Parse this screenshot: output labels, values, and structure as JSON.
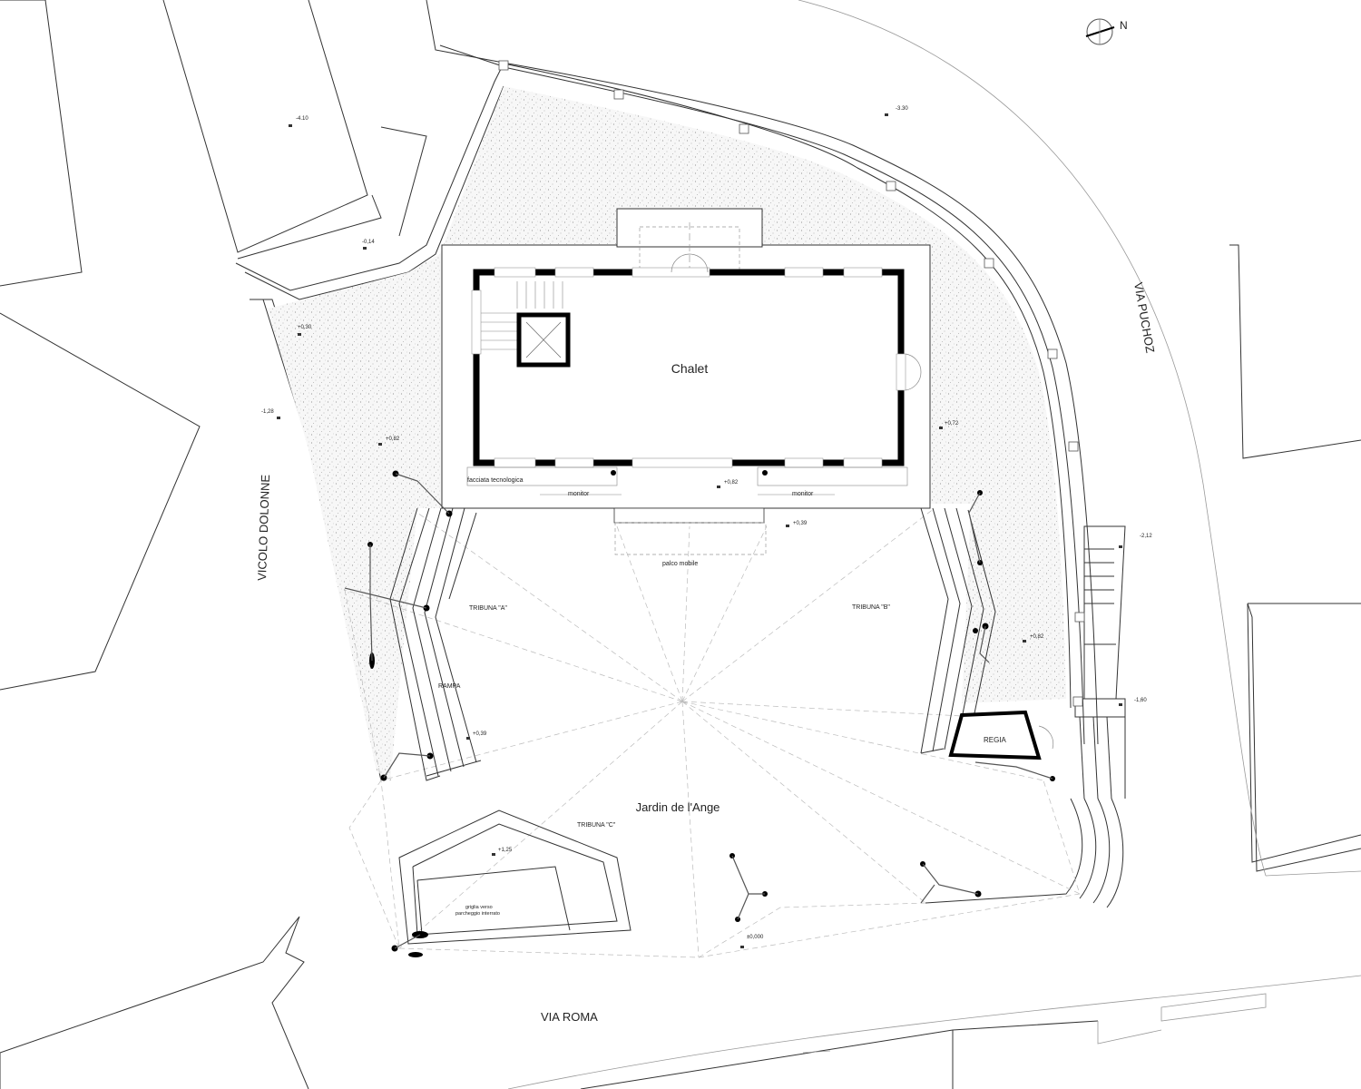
{
  "plan": {
    "building": "Chalet",
    "garden": "Jardin de l'Ange",
    "north": "N",
    "streets": {
      "puchoz": "VIA PUCHOZ",
      "dolonne": "VICOLO DOLONNE",
      "roma": "VIA ROMA"
    },
    "areas": {
      "tribuna_a": "TRIBUNA \"A\"",
      "tribuna_b": "TRIBUNA \"B\"",
      "tribuna_c": "TRIBUNA \"C\"",
      "rampa": "RAMPA",
      "regia": "REGIA",
      "palco": "palco mobile",
      "facciata": "facciata tecnologica",
      "monitor_left": "monitor",
      "monitor_right": "monitor",
      "griglia_1": "griglia verso",
      "griglia_2": "parcheggio interrato"
    },
    "levels": {
      "l_410": "-4.10",
      "l_330": "-3.30",
      "l_014": "-0,14",
      "l_030": "+0,30",
      "l_128": "-1,28",
      "l_082a": "+0,82",
      "l_082b": "+0,82",
      "l_072": "+0,72",
      "l_039a": "+0,39",
      "l_212": "-2,12",
      "l_082c": "+0,82",
      "l_160": "-1,60",
      "l_039b": "+0,39",
      "l_125": "+1,25",
      "l_000": "±0,000"
    }
  },
  "colors": {
    "line": "#333333",
    "thin": "#8a8a8a",
    "wall": "#000000",
    "gravel": "#d6d6d6"
  }
}
